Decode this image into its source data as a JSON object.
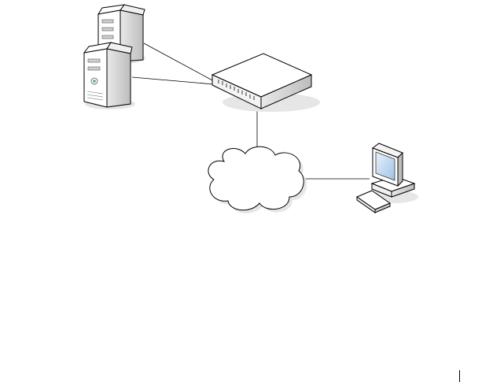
{
  "diagram": {
    "nodes": [
      {
        "id": "server-back",
        "icon": "tower-server-icon"
      },
      {
        "id": "server-front",
        "icon": "tower-server-icon"
      },
      {
        "id": "switch",
        "icon": "network-switch-icon"
      },
      {
        "id": "network",
        "icon": "network-cloud-icon"
      },
      {
        "id": "workstation",
        "icon": "desktop-computer-icon"
      }
    ],
    "links": [
      {
        "from": "server-back",
        "to": "switch"
      },
      {
        "from": "server-front",
        "to": "switch"
      },
      {
        "from": "switch",
        "to": "network"
      },
      {
        "from": "network",
        "to": "workstation"
      }
    ],
    "colors": {
      "line": "#000000",
      "fill": "#ffffff",
      "shadow": "#e4e4e4",
      "screen": "#b8d4ee"
    }
  }
}
